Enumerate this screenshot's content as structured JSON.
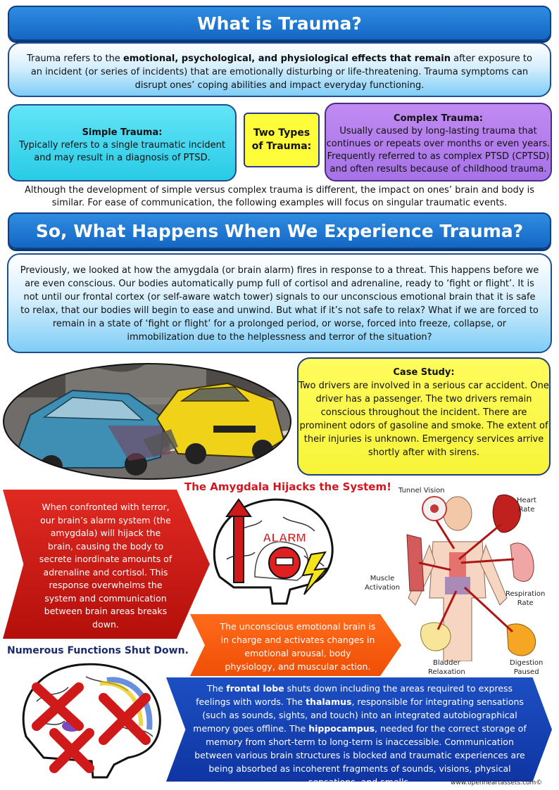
{
  "section1": {
    "title": "What is Trauma?",
    "definition_pre": "Trauma refers to the ",
    "definition_bold": "emotional, psychological, and physiological effects that remain",
    "definition_post": " after exposure to an incident (or series of incidents) that are emotionally disturbing or life-threatening. Trauma symptoms can disrupt ones’ coping abilities and impact everyday functioning."
  },
  "types": {
    "simple_title": "Simple Trauma:",
    "simple_text": "Typically refers to a single traumatic incident and may result in a diagnosis of PTSD.",
    "center_label_1": "Two Types",
    "center_label_2": "of Trauma:",
    "complex_title": "Complex Trauma:",
    "complex_text": "Usually caused by long-lasting trauma that continues or repeats over months or even years. Frequently referred to as complex PTSD (CPTSD) and often results because of childhood trauma."
  },
  "although": "Although the development of simple versus complex trauma is different, the impact on ones’ brain and body is similar. For ease of communication, the following examples will focus on singular traumatic events.",
  "section2": {
    "title": "So, What Happens When We Experience Trauma?",
    "text": "Previously, we looked at how the amygdala (or brain alarm) fires in response to a threat. This happens before we are even conscious. Our bodies automatically pump full of cortisol and adrenaline, ready to ‘fight or flight’. It is not until our frontal cortex (or self-aware watch tower) signals to our unconscious emotional brain that it is safe to relax, that our bodies will begin to ease and unwind. But what if it’s not safe to relax? What if we are forced to remain in a state of ‘fight or flight’ for a prolonged period, or worse, forced into freeze, collapse, or immobilization due to the helplessness and terror of the situation?"
  },
  "case_study": {
    "title": "Case Study:",
    "text": "Two drivers are involved in a serious car accident. One driver has a passenger. The two drivers remain conscious throughout the incident. There are prominent odors of gasoline and smoke. The extent of their injuries is unknown. Emergency services arrive shortly after with sirens."
  },
  "hijack": {
    "title": "The Amygdala Hijacks the System!",
    "red_text": "When confronted with terror, our brain’s alarm system (the amygdala) will hijack the brain, causing the body to secrete inordinate amounts of adrenaline and cortisol. This response overwhelms the system and communication between brain areas breaks down.",
    "alarm_label": "ALARM",
    "orange_text": "The unconscious emotional brain is in charge and activates changes in emotional arousal, body physiology, and muscular action."
  },
  "body_labels": {
    "tunnel_vision": "Tunnel Vision",
    "heart_1": "Heart",
    "heart_2": "Rate",
    "muscle_1": "Muscle",
    "muscle_2": "Activation",
    "respiration_1": "Respiration",
    "respiration_2": "Rate",
    "bladder_1": "Bladder",
    "bladder_2": "Relaxation",
    "digestion_1": "Digestion",
    "digestion_2": "Paused"
  },
  "shutdown": {
    "title": "Numerous Functions Shut Down.",
    "t1": "The ",
    "b1": "frontal lobe",
    "t2": " shuts down including the areas required to express feelings with words. The ",
    "b2": "thalamus",
    "t3": ", responsible for integrating sensations (such as sounds, sights, and touch) into an integrated autobiographical memory goes offline. The ",
    "b3": "hippocampus",
    "t4": ", needed for the correct storage of memory from short-term to long-term is inaccessible. Communication between various brain structures is blocked and traumatic experiences are being absorbed as incoherent fragments of sounds, visions, physical sensations, and smells."
  },
  "footer": "www.openheartassets.com©",
  "colors": {
    "banner_blue": "#1f78d6",
    "cyan": "#3fd6ee",
    "purple": "#b07eeb",
    "yellow": "#fffc3a",
    "red": "#c8181b",
    "orange": "#f65a0c",
    "dark_blue": "#1440b0"
  }
}
